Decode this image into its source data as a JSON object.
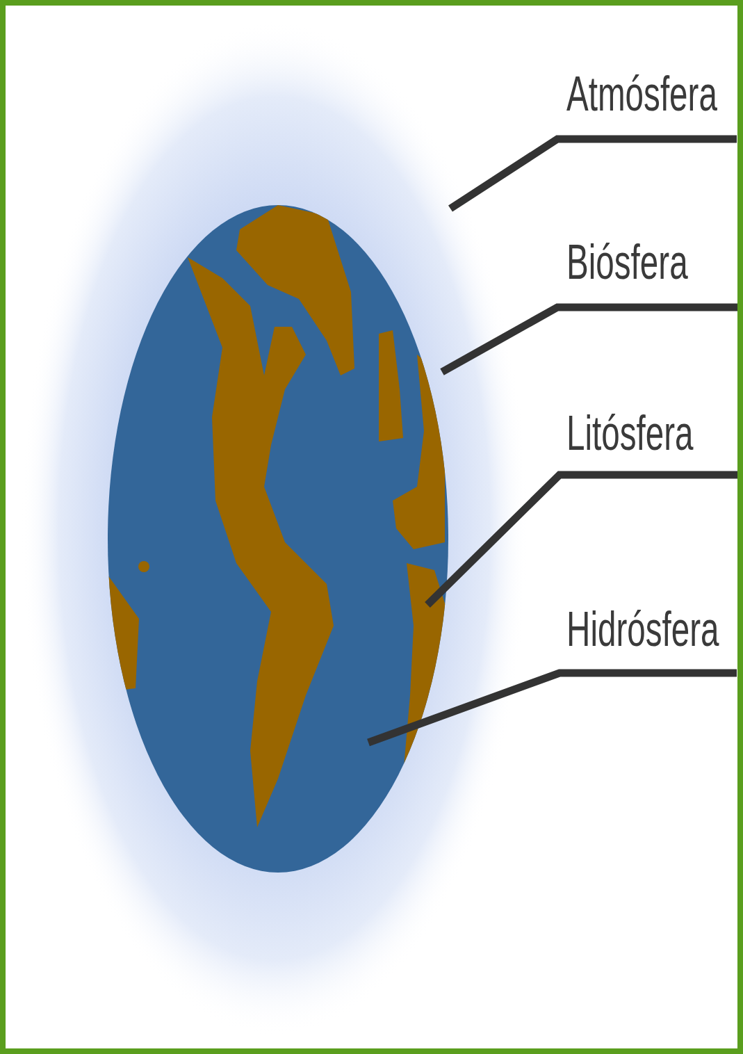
{
  "diagram": {
    "labels": [
      "Atmósfera",
      "Biósfera",
      "Litósfera",
      "Hidrósfera"
    ]
  }
}
